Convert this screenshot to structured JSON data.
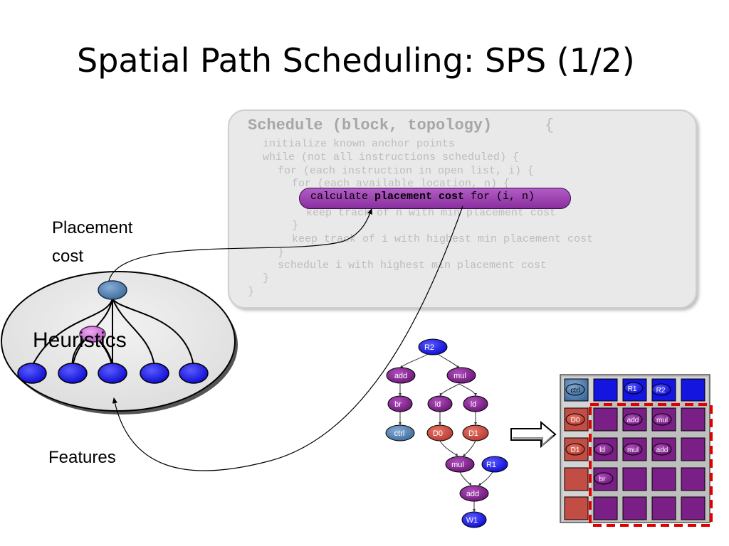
{
  "slide": {
    "title": "Spatial Path Scheduling: SPS (1/2)"
  },
  "code": {
    "head": "Schedule (block, topology)",
    "head_brace": "{",
    "lines": [
      "initialize known anchor points",
      "while (not all instructions scheduled) {",
      "for (each instruction in open list, i) {",
      "for (each available location, n) {",
      "keep track of n with min placement cost",
      "}",
      "keep track of i with highest min placement cost",
      "}",
      "schedule i with highest min placement cost",
      "}",
      "}"
    ],
    "highlight_pre": "calculate ",
    "highlight_bold": "placement cost",
    "highlight_post": " for (i, n)"
  },
  "labels": {
    "placement_cost_1": "Placement",
    "placement_cost_2": "cost",
    "heuristics": "Heuristics",
    "features": "Features"
  },
  "dataflow": {
    "nodes": [
      "R2",
      "add",
      "mul",
      "br",
      "ld",
      "ld",
      "ctrl",
      "D0",
      "D1",
      "mul",
      "R1",
      "add",
      "W1"
    ]
  },
  "grid": {
    "ctrl": "ctrl",
    "r1": "R1",
    "r2": "R2",
    "d0": "D0",
    "d1": "D1",
    "cells": [
      "add",
      "mul",
      "ld",
      "mul",
      "add",
      "br"
    ]
  },
  "colors": {
    "blue": "#1515e0",
    "purple": "#7a1f85",
    "red_node": "#c9463c",
    "steel_blue": "#4a78a8",
    "pink": "#c77ad0",
    "dashed_border": "#e00000"
  }
}
